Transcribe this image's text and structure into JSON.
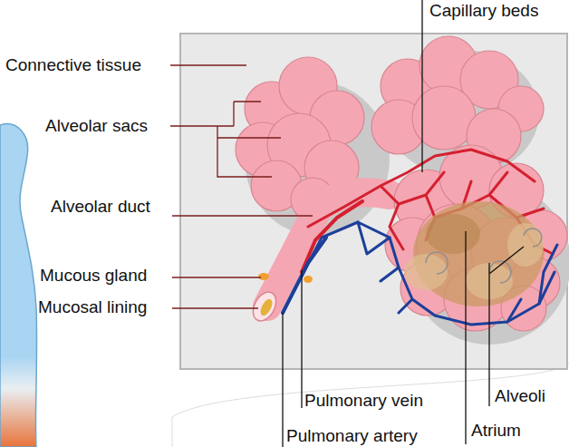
{
  "diagram": {
    "labels": [
      "Capillary beds",
      "Connective tissue",
      "Alveolar sacs",
      "Alveolar duct",
      "Mucous gland",
      "Mucosal lining",
      "Pulmonary vein",
      "Alveoli",
      "Pulmonary artery",
      "Atrium"
    ]
  }
}
